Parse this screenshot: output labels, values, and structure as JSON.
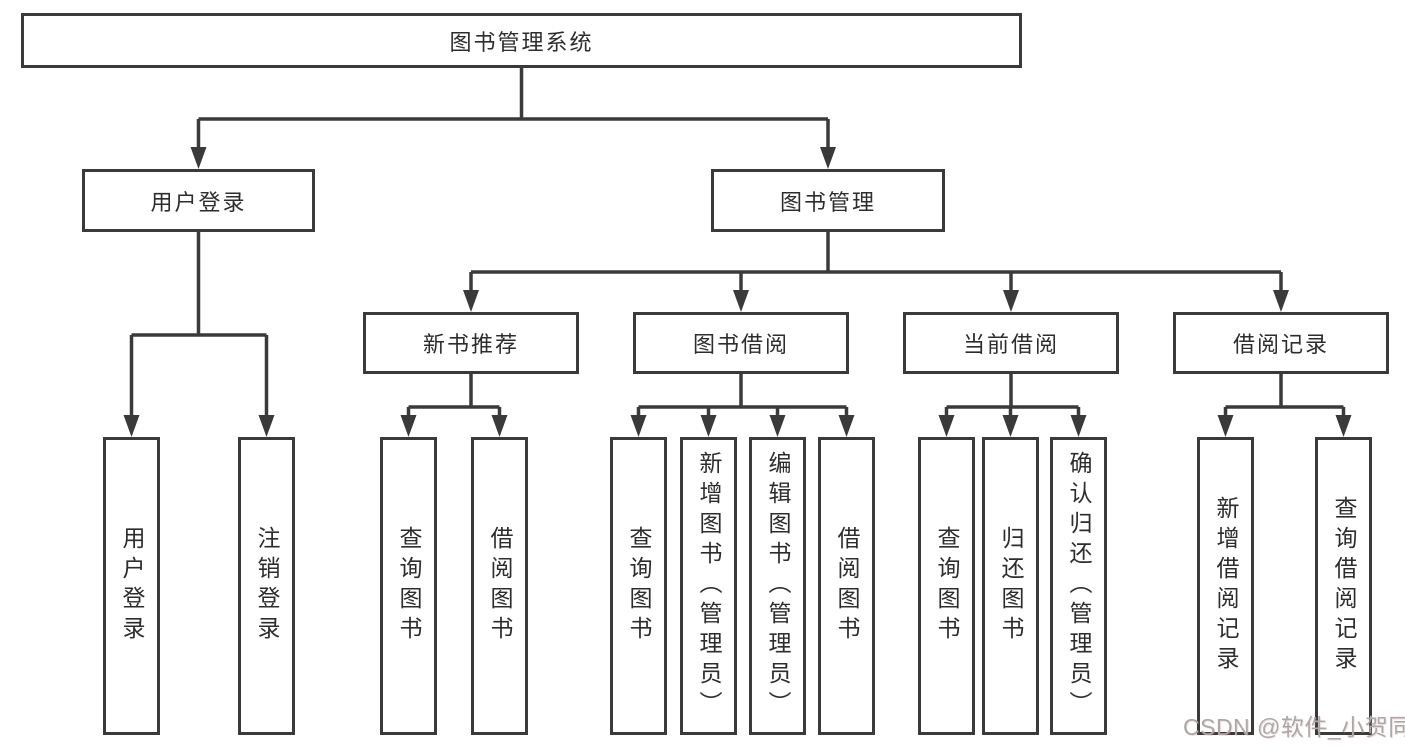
{
  "diagram": {
    "root": {
      "label": "图书管理系统",
      "children": [
        {
          "label": "用户登录",
          "children": [
            {
              "label": "用户登录"
            },
            {
              "label": "注销登录"
            }
          ]
        },
        {
          "label": "图书管理",
          "children": [
            {
              "label": "新书推荐",
              "children": [
                {
                  "label": "查询图书"
                },
                {
                  "label": "借阅图书"
                }
              ]
            },
            {
              "label": "图书借阅",
              "children": [
                {
                  "label": "查询图书"
                },
                {
                  "label": "新增图书（管理员）"
                },
                {
                  "label": "编辑图书（管理员）"
                },
                {
                  "label": "借阅图书"
                }
              ]
            },
            {
              "label": "当前借阅",
              "children": [
                {
                  "label": "查询图书"
                },
                {
                  "label": "归还图书"
                },
                {
                  "label": "确认归还（管理员）"
                }
              ]
            },
            {
              "label": "借阅记录",
              "children": [
                {
                  "label": "新增借阅记录"
                },
                {
                  "label": "查询借阅记录"
                }
              ]
            }
          ]
        }
      ]
    }
  },
  "watermark": {
    "text": "CSDN @软件_小贺同学"
  },
  "colors": {
    "line": "#3a3a3a",
    "text": "#2d2d2d",
    "watermark": "#a9a9a9",
    "background": "#ffffff"
  }
}
